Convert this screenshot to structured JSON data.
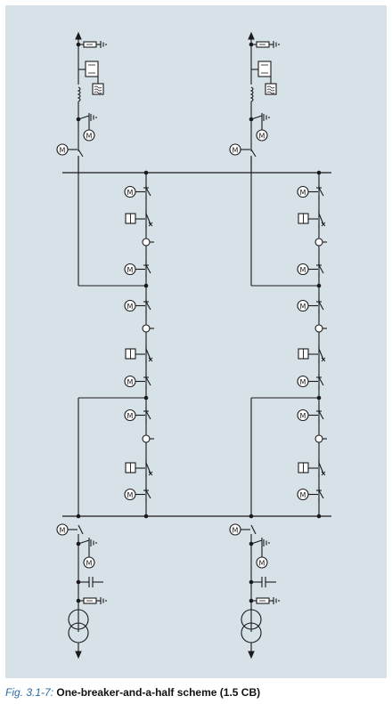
{
  "caption": {
    "label": "Fig. 3.1-7:",
    "title": "One-breaker-and-a-half scheme (1.5 CB)"
  },
  "symbols": {
    "motor_letter": "M"
  },
  "colors": {
    "background": "#d6e1e8",
    "line": "#1a1a1a",
    "caption_label": "#2a6aa3"
  }
}
